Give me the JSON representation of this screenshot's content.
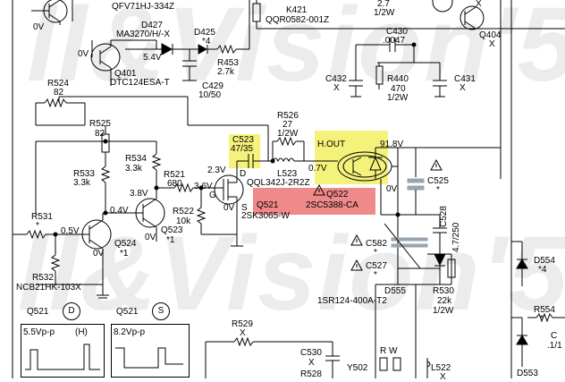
{
  "watermark": {
    "text_top": "ll&Vision'5",
    "text_bottom": "ll&Vision'5"
  },
  "labels": {
    "qfv71hj": "QFV71HJ-334Z",
    "ov_tl": "0V",
    "d427": "D427",
    "ma3270": "MA3270/H/-X",
    "d425": "D425",
    "d425_note": "*4",
    "k421": "K421",
    "qqr0582": "QQR0582-001Z",
    "top_2_7": "2.7",
    "top_12w": "1/2W",
    "top_x": "X",
    "c430": "C430",
    "c430_val": ".0047",
    "q404": "Q404",
    "q404_x": "X",
    "ov_q401": "0V",
    "v54": "5.4V",
    "q401": "Q401",
    "dtc124": "DTC124ESA-T",
    "r453": "R453",
    "r453_val": "2.7k",
    "c429": "C429",
    "c429_val": "10/50",
    "c432": "C432",
    "c432_x": "X",
    "r440": "R440",
    "r440_val": "470",
    "r440_w": "1/2W",
    "c431": "C431",
    "c431_x": "X",
    "r524": "R524",
    "r524_val": "82",
    "r525": "R525",
    "r525_val": "82",
    "r526": "R526",
    "r526_val": "27",
    "r526_w": "1/2W",
    "hout": "H.OUT",
    "v918": "91.8V",
    "c523": "C523",
    "c523_val": "47/35",
    "v23": "2.3V",
    "l523": "L523",
    "v07": "0.7V",
    "qql342": "QQL342J-2R2Z",
    "d_pin": "D",
    "r534": "R534",
    "r534_val": "3.3k",
    "r521": "R521",
    "r521_val": "680",
    "v36": "3.6V",
    "v38": "3.8V",
    "g_pin": "G",
    "ov_q521": "0V",
    "q522": "Q522",
    "sc5388": "2SC5388-CA",
    "ov_q522": "0V",
    "c525": "C525",
    "c525_note": "*",
    "r533": "R533",
    "r533_val": "3.3k",
    "v04": "0.4V",
    "r522": "R522",
    "r522_val": "10k",
    "s_pin": "S",
    "q521": "Q521",
    "sk3065": "2SK3065-W",
    "r531": "R531",
    "r531_note": "*",
    "v05": "0.5V",
    "q524": "Q524",
    "ov_q524": "0V",
    "q524_note": "*1",
    "q523": "Q523",
    "q523_note": "*1",
    "ov_q523": "0V",
    "c582": "C582",
    "c582_note": "*",
    "c527": "C527",
    "c527_note": "*",
    "c528": "C528",
    "c528_val": "4.7/250",
    "d555": "D555",
    "r530": "R530",
    "r530_val": "22k",
    "r530_w": "1/2W",
    "sr124": "1SR124-400A-T2",
    "r532": "R532",
    "ncb21": "NCB21HK-103X",
    "d554": "D554",
    "d554_note": "*4",
    "r554": "R554",
    "r554_note": "*",
    "c_right": "C",
    "c_right_val": ".1/1",
    "d553": "D553",
    "r529": "R529",
    "r529_x": "X",
    "c530": "C530",
    "c530_x": "X",
    "r528": "R528",
    "y502": "Y502",
    "y502_note": "R W",
    "l522": "L522",
    "l522_x": "X",
    "wf1_title": "Q521",
    "wf1_pin": "D",
    "wf1_val": "5.5Vp-p",
    "wf1_unit": "(H)",
    "wf2_title": "Q521",
    "wf2_pin": "S",
    "wf2_val": "8.2Vp-p"
  }
}
